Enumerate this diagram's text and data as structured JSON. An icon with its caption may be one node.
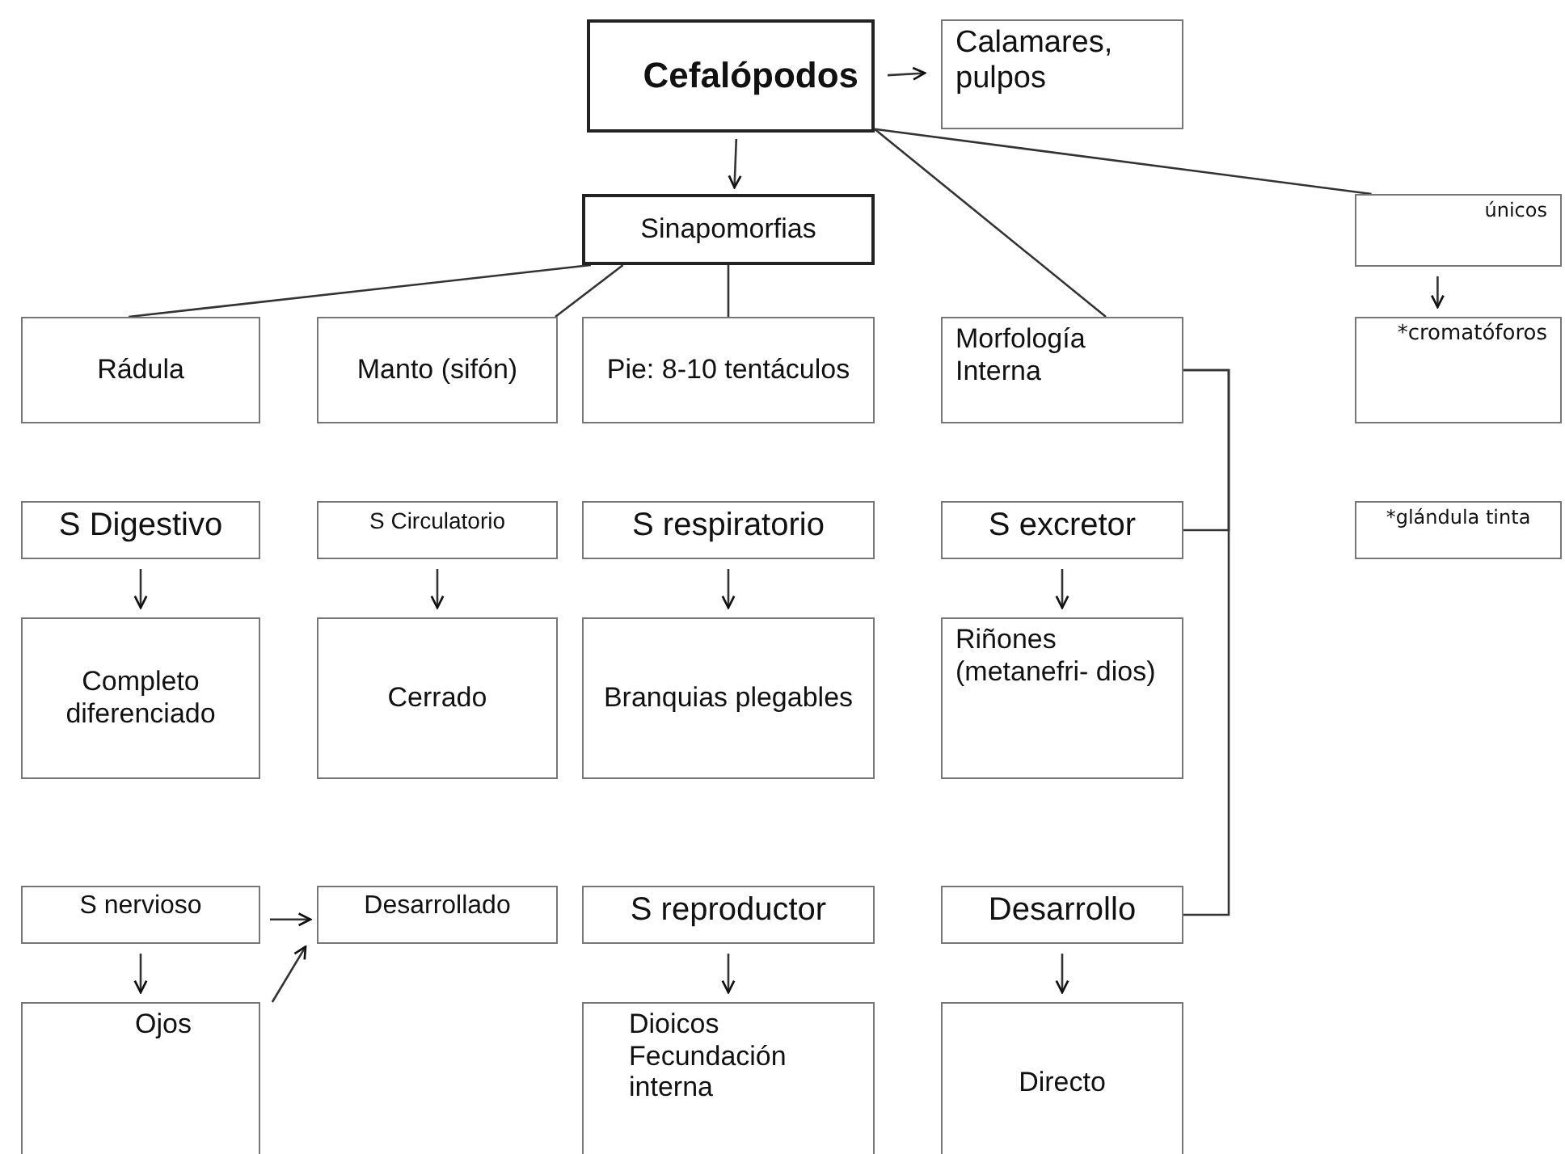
{
  "diagram": {
    "nodes": [
      {
        "text": [
          "Cefalópodos"
        ]
      },
      {
        "text": [
          "Calamares, pulpos"
        ]
      },
      {
        "text": [
          "Sinapomorfias"
        ]
      },
      {
        "text": [
          "únicos"
        ]
      },
      {
        "text": [
          "Rádula"
        ]
      },
      {
        "text": [
          "Manto (sifón)"
        ]
      },
      {
        "text": [
          "Pie: 8-10 tentáculos"
        ]
      },
      {
        "text": [
          "Morfología Interna"
        ]
      },
      {
        "text": [
          "*cromatóforos"
        ]
      },
      {
        "text": [
          "S Digestivo"
        ]
      },
      {
        "text": [
          "S Circulatorio"
        ]
      },
      {
        "text": [
          "S respiratorio"
        ]
      },
      {
        "text": [
          "S excretor"
        ]
      },
      {
        "text": [
          "*glándula tinta"
        ]
      },
      {
        "text": [
          "Completo diferenciado"
        ]
      },
      {
        "text": [
          "Cerrado"
        ]
      },
      {
        "text": [
          "Branquias plegables"
        ]
      },
      {
        "text": [
          "Riñones (metanefri- dios)"
        ]
      },
      {
        "text": [
          "S nervioso"
        ]
      },
      {
        "text": [
          "Desarrollado"
        ]
      },
      {
        "text": [
          "S reproductor"
        ]
      },
      {
        "text": [
          "Desarrollo"
        ]
      },
      {
        "text": [
          "Ojos"
        ]
      },
      {
        "text": [
          "Dioicos Fecundación interna"
        ]
      },
      {
        "text": [
          "Directo"
        ]
      }
    ],
    "edges": [
      {
        "from": 0,
        "to": 1,
        "arrow": "to"
      },
      {
        "from": 0,
        "to": 2,
        "arrow": "to"
      },
      {
        "from": 0,
        "to": 7,
        "arrow": "none"
      },
      {
        "from": 0,
        "to": 3,
        "arrow": "none"
      },
      {
        "from": 2,
        "to": 4,
        "arrow": "none"
      },
      {
        "from": 2,
        "to": 5,
        "arrow": "none"
      },
      {
        "from": 2,
        "to": 6,
        "arrow": "none"
      },
      {
        "from": 3,
        "to": 8,
        "arrow": "to"
      },
      {
        "from": 7,
        "to": 12,
        "arrow": "none"
      },
      {
        "from": 7,
        "to": 21,
        "arrow": "none"
      },
      {
        "from": 9,
        "to": 14,
        "arrow": "to"
      },
      {
        "from": 10,
        "to": 15,
        "arrow": "to"
      },
      {
        "from": 11,
        "to": 16,
        "arrow": "to"
      },
      {
        "from": 12,
        "to": 17,
        "arrow": "to"
      },
      {
        "from": 18,
        "to": 19,
        "arrow": "to"
      },
      {
        "from": 18,
        "to": 22,
        "arrow": "to"
      },
      {
        "from": 22,
        "to": 19,
        "arrow": "to"
      },
      {
        "from": 20,
        "to": 23,
        "arrow": "to"
      },
      {
        "from": 21,
        "to": 24,
        "arrow": "to"
      }
    ]
  }
}
